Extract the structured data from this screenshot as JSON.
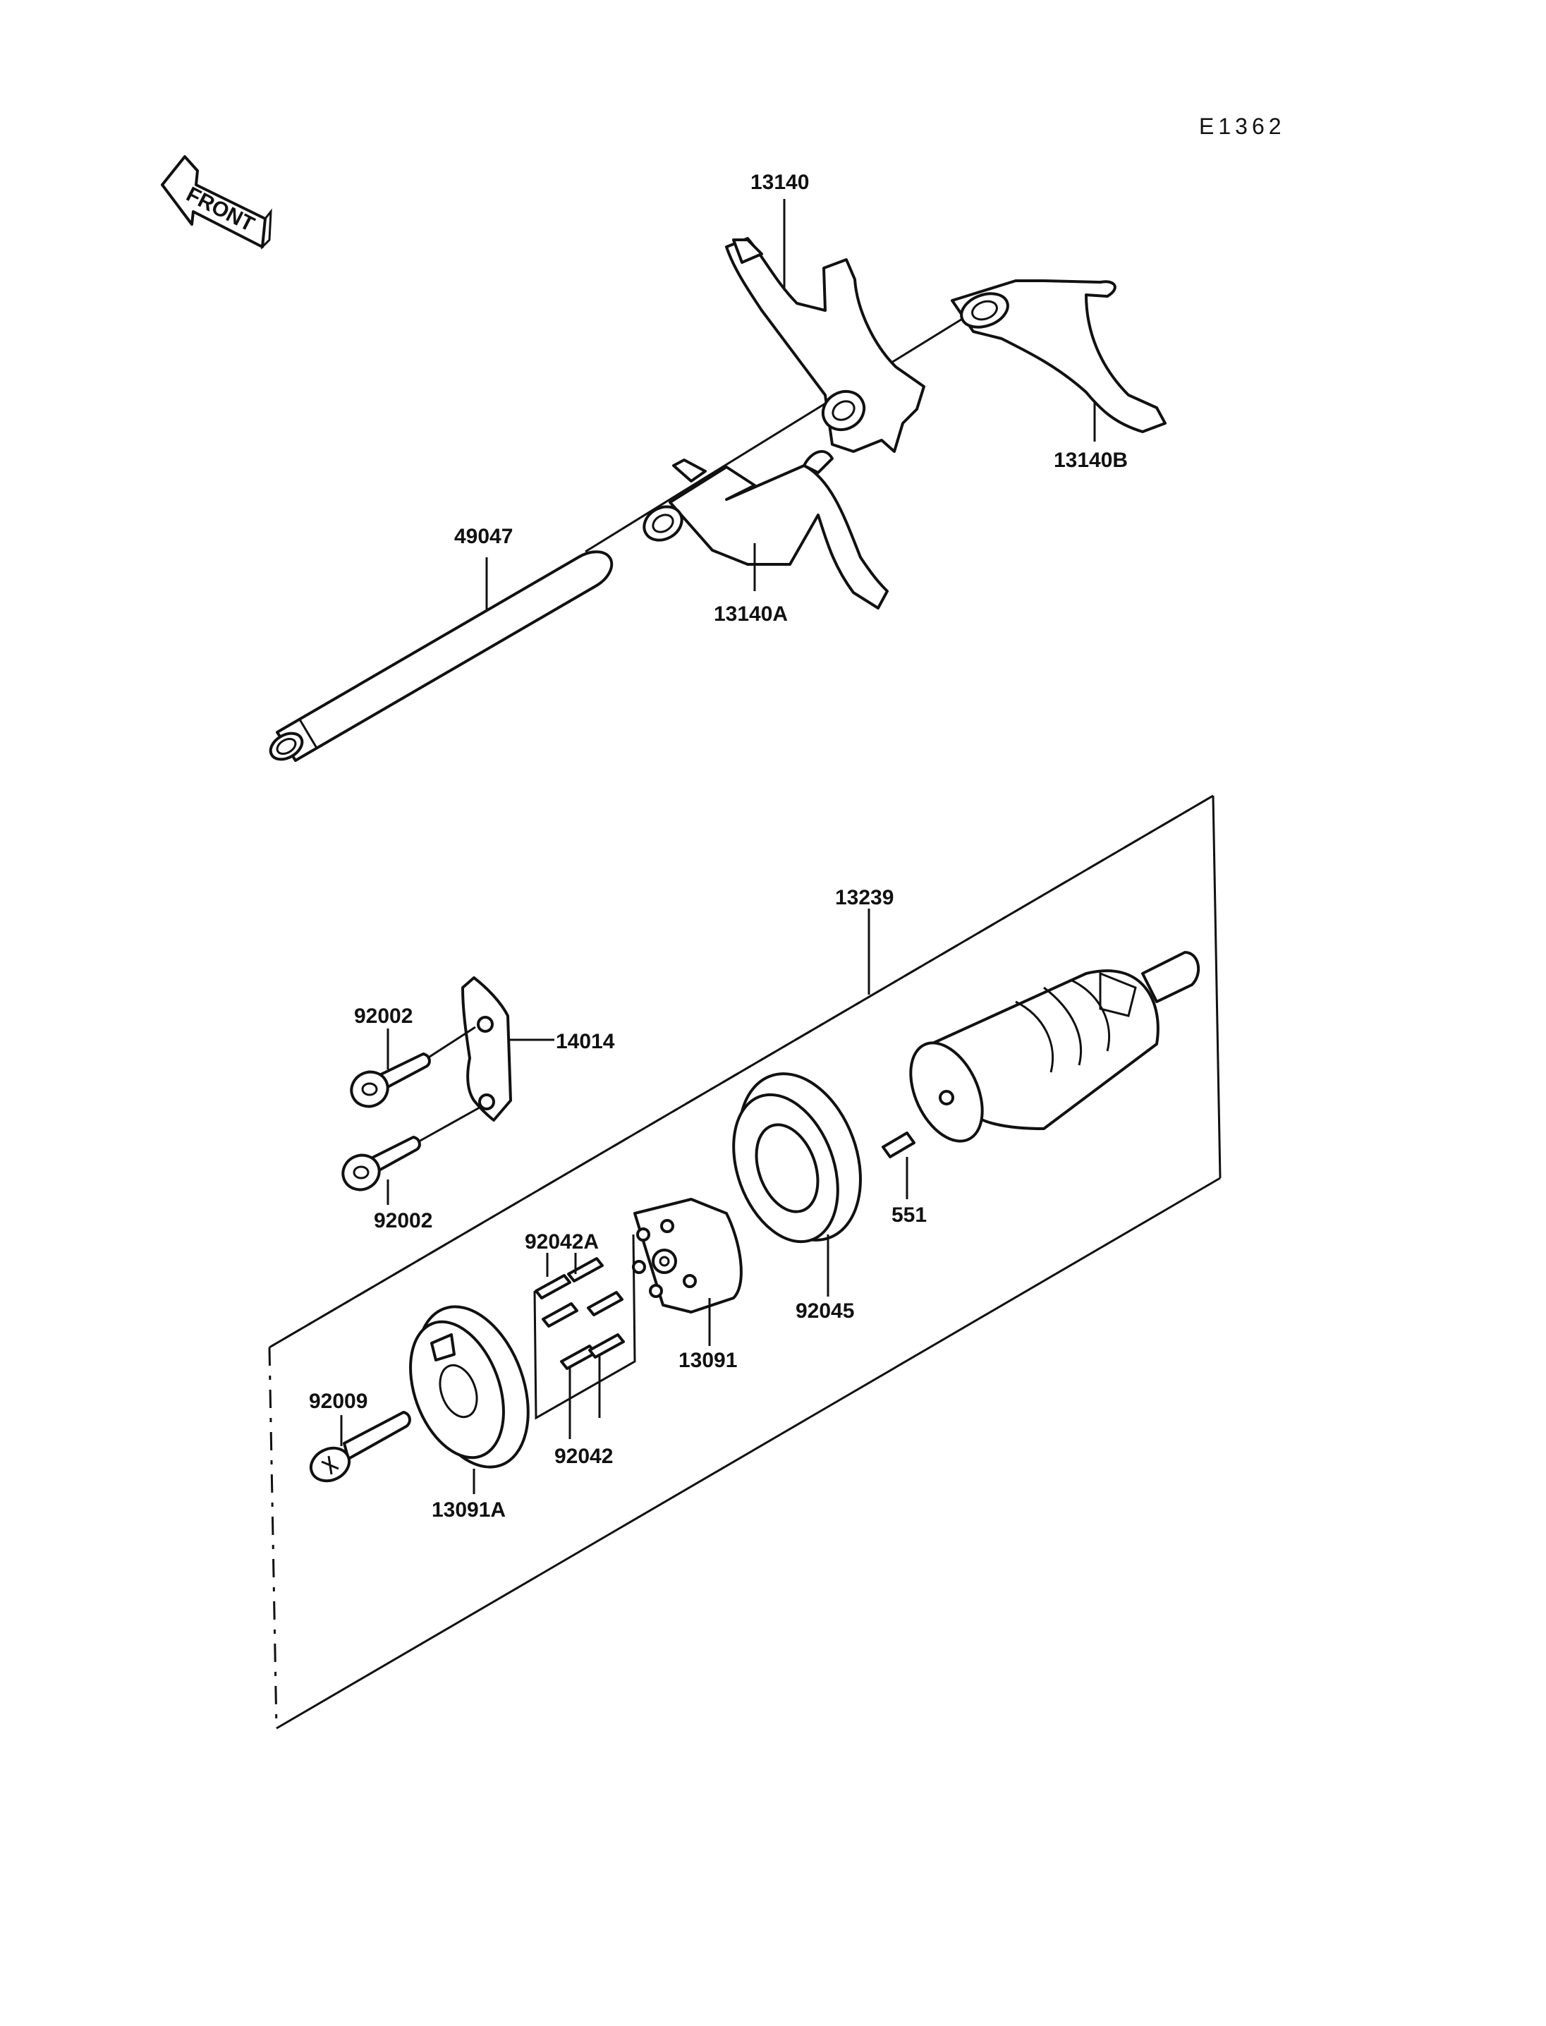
{
  "drawing_code": "E1362",
  "front_arrow_label": "FRONT",
  "parts": {
    "fork_13140": "13140",
    "fork_13140B": "13140B",
    "fork_13140A": "13140A",
    "shaft_49047": "49047",
    "drum_assy_13239": "13239",
    "bolt_92002_upper": "92002",
    "bolt_92002_lower": "92002",
    "plate_14014": "14014",
    "pin_551": "551",
    "bearing_92045": "92045",
    "pin_92042A": "92042A",
    "pin_92042": "92042",
    "pin_plate_13091": "13091",
    "cam_13091A": "13091A",
    "screw_92009": "92009"
  }
}
